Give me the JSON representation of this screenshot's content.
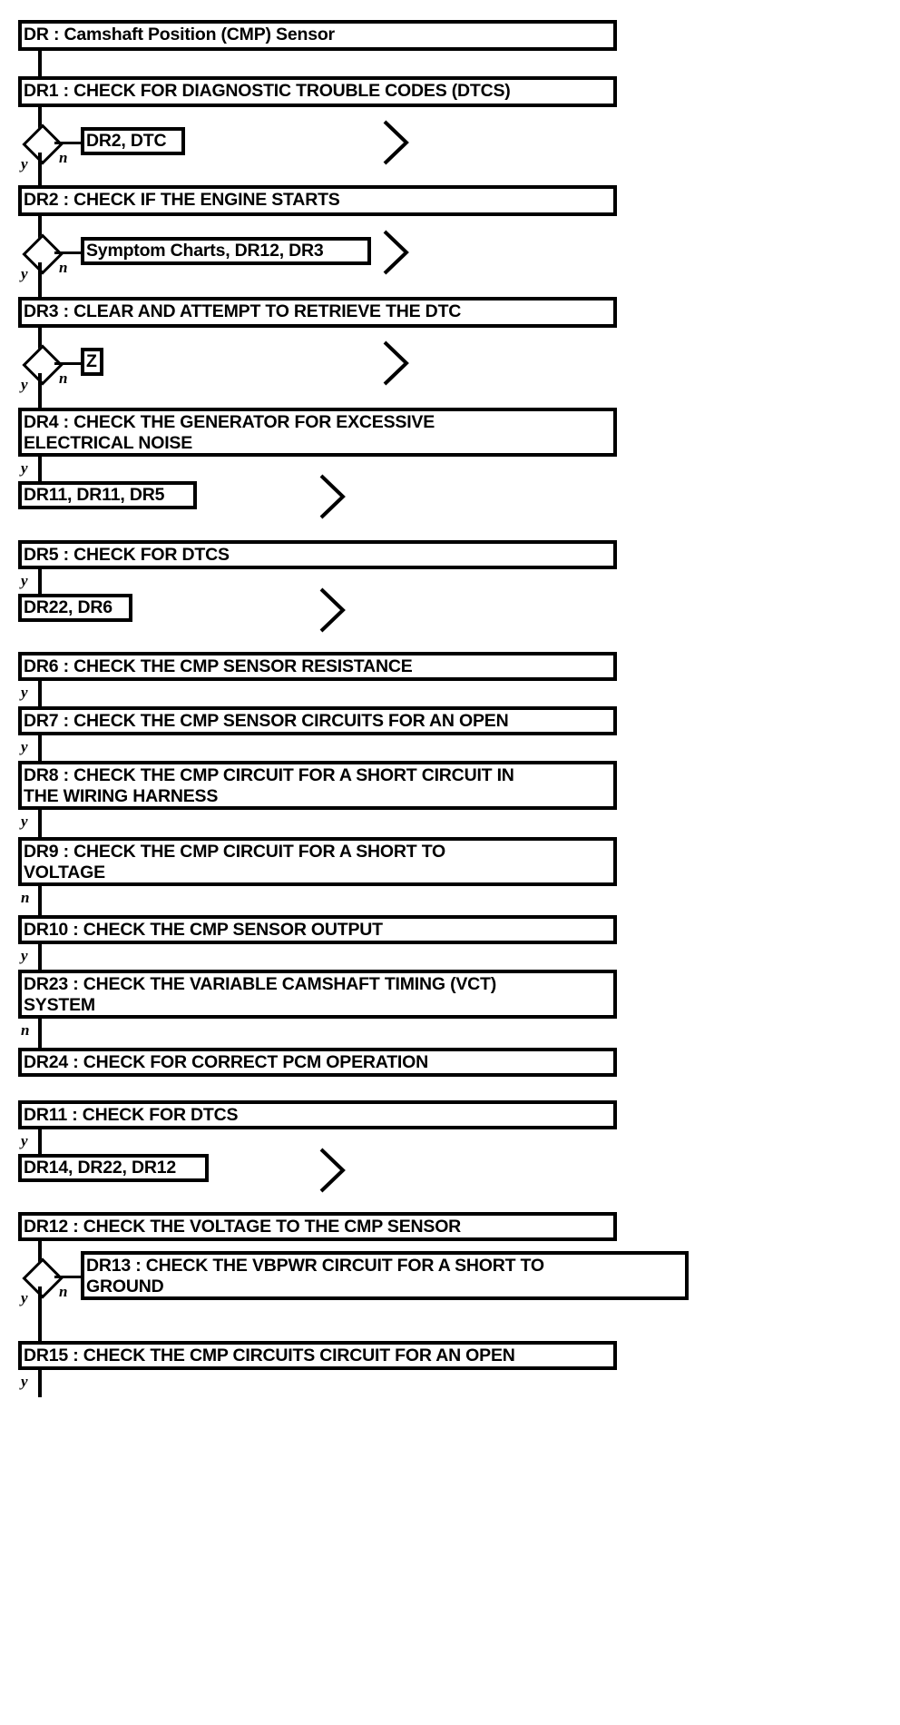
{
  "diagram": {
    "title": "DR : Camshaft Position (CMP) Sensor",
    "type": "flowchart",
    "orientation": "vertical",
    "branch_labels": {
      "yes": "y",
      "no": "n"
    },
    "steps": [
      {
        "id": "DR",
        "label": "DR : Camshaft Position (CMP) Sensor"
      },
      {
        "id": "DR1",
        "label": "DR1 : CHECK FOR DIAGNOSTIC TROUBLE CODES (DTCS)"
      },
      {
        "id": "DR2",
        "label": "DR2 : CHECK IF THE ENGINE STARTS"
      },
      {
        "id": "DR3",
        "label": "DR3 : CLEAR AND ATTEMPT TO RETRIEVE THE DTC"
      },
      {
        "id": "DR4",
        "label": "DR4 : CHECK THE GENERATOR FOR EXCESSIVE\nELECTRICAL NOISE"
      },
      {
        "id": "DR5",
        "label": "DR5 : CHECK FOR DTCS"
      },
      {
        "id": "DR6",
        "label": "DR6 : CHECK THE CMP SENSOR RESISTANCE"
      },
      {
        "id": "DR7",
        "label": "DR7 : CHECK THE CMP SENSOR CIRCUITS FOR AN OPEN"
      },
      {
        "id": "DR8",
        "label": "DR8 : CHECK THE CMP CIRCUIT FOR A SHORT CIRCUIT IN\nTHE WIRING HARNESS"
      },
      {
        "id": "DR9",
        "label": "DR9 : CHECK THE CMP CIRCUIT FOR A SHORT TO\nVOLTAGE"
      },
      {
        "id": "DR10",
        "label": "DR10 : CHECK THE CMP SENSOR OUTPUT"
      },
      {
        "id": "DR23",
        "label": "DR23 : CHECK THE VARIABLE CAMSHAFT TIMING (VCT)\nSYSTEM"
      },
      {
        "id": "DR24",
        "label": "DR24 : CHECK FOR CORRECT PCM OPERATION"
      },
      {
        "id": "DR11",
        "label": "DR11 : CHECK FOR DTCS"
      },
      {
        "id": "DR12",
        "label": "DR12 : CHECK THE VOLTAGE TO THE CMP SENSOR"
      },
      {
        "id": "DR13",
        "label": "DR13 : CHECK THE VBPWR CIRCUIT FOR A SHORT TO\nGROUND"
      },
      {
        "id": "DR15",
        "label": "DR15 : CHECK THE CMP CIRCUITS CIRCUIT FOR AN OPEN"
      }
    ],
    "references": [
      {
        "id": "ref-dr2-dtc",
        "label": "DR2, DTC"
      },
      {
        "id": "ref-symptom-charts",
        "label": "Symptom Charts, DR12, DR3"
      },
      {
        "id": "ref-z",
        "label": "Z"
      },
      {
        "id": "ref-dr11-dr11-dr5",
        "label": "DR11, DR11, DR5"
      },
      {
        "id": "ref-dr22-dr6",
        "label": "DR22, DR6"
      },
      {
        "id": "ref-dr14-dr22-dr12",
        "label": "DR14, DR22, DR12"
      }
    ],
    "edges": [
      {
        "from": "DR",
        "to": "DR1",
        "label": ""
      },
      {
        "from": "DR1",
        "to": "DR2",
        "label": "y"
      },
      {
        "from": "DR1",
        "to": "ref-dr2-dtc",
        "label": "n"
      },
      {
        "from": "DR2",
        "to": "DR3",
        "label": "y"
      },
      {
        "from": "DR2",
        "to": "ref-symptom-charts",
        "label": "n"
      },
      {
        "from": "DR3",
        "to": "DR4",
        "label": "y"
      },
      {
        "from": "DR3",
        "to": "ref-z",
        "label": "n"
      },
      {
        "from": "DR4",
        "to": "ref-dr11-dr11-dr5",
        "label": "y"
      },
      {
        "from": "DR5",
        "to": "ref-dr22-dr6",
        "label": "y"
      },
      {
        "from": "DR6",
        "to": "DR7",
        "label": "y"
      },
      {
        "from": "DR7",
        "to": "DR8",
        "label": "y"
      },
      {
        "from": "DR8",
        "to": "DR9",
        "label": "y"
      },
      {
        "from": "DR9",
        "to": "DR10",
        "label": "n"
      },
      {
        "from": "DR10",
        "to": "DR23",
        "label": "y"
      },
      {
        "from": "DR23",
        "to": "DR24",
        "label": "n"
      },
      {
        "from": "DR11",
        "to": "ref-dr14-dr22-dr12",
        "label": "y"
      },
      {
        "from": "DR12",
        "to": "DR15",
        "label": "y"
      },
      {
        "from": "DR12",
        "to": "DR13",
        "label": "n"
      },
      {
        "from": "DR15",
        "to": "",
        "label": "y"
      }
    ]
  }
}
